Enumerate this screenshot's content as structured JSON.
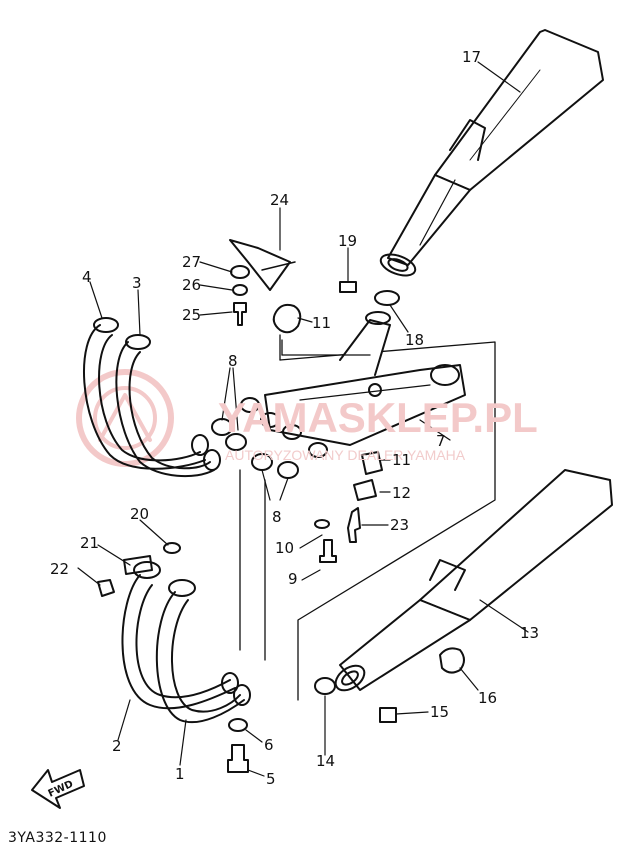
{
  "diagram": {
    "part_number": "3YA332-1110",
    "fwd_label": "FWD",
    "watermark": {
      "main": "YAMASKLEP.PL",
      "sub": "AUTORYZOWANY DEALER YAMAHA"
    },
    "callouts": [
      "1",
      "2",
      "3",
      "4",
      "5",
      "6",
      "7",
      "8",
      "8",
      "9",
      "10",
      "11",
      "11",
      "12",
      "13",
      "14",
      "15",
      "16",
      "17",
      "18",
      "19",
      "20",
      "21",
      "22",
      "23",
      "24",
      "25",
      "26",
      "27"
    ]
  },
  "colors": {
    "line": "#111111",
    "watermark": "#f3c9c9",
    "background": "#ffffff"
  }
}
